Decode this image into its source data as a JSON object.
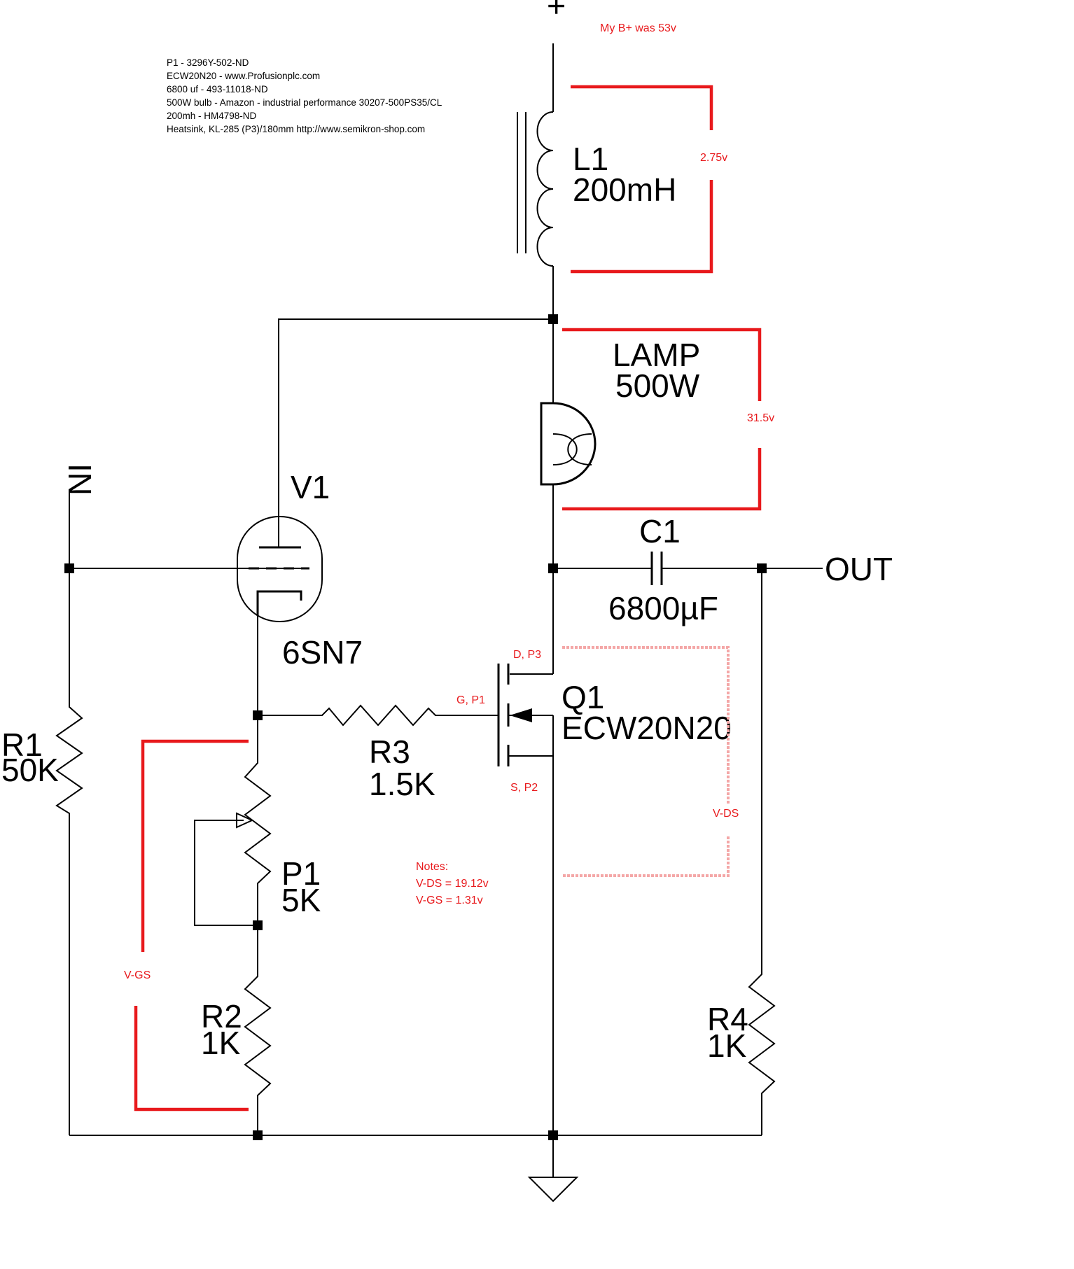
{
  "parts_list": [
    "P1 - 3296Y-502-ND",
    "ECW20N20 - www.Profusionplc.com",
    "6800 uf - 493-11018-ND",
    "500W bulb - Amazon - industrial performance 30207-500PS35/CL",
    "200mh - HM4798-ND",
    "Heatsink, KL-285 (P3)/180mm http://www.semikron-shop.com"
  ],
  "supply_label": "+V",
  "b_plus_note": "My B+ was 53v",
  "components": {
    "l1": {
      "ref": "L1",
      "value": "200mH"
    },
    "lamp": {
      "ref": "LAMP",
      "value": "500W"
    },
    "v1": {
      "ref": "V1",
      "value": "6SN7"
    },
    "c1": {
      "ref": "C1",
      "value": "6800µF"
    },
    "q1": {
      "ref": "Q1",
      "value": "ECW20N20"
    },
    "r1": {
      "ref": "R1",
      "value": "50K"
    },
    "r2": {
      "ref": "R2",
      "value": "1K"
    },
    "r3": {
      "ref": "R3",
      "value": "1.5K"
    },
    "r4": {
      "ref": "R4",
      "value": "1K"
    },
    "p1": {
      "ref": "P1",
      "value": "5K"
    }
  },
  "ports": {
    "input": "IN",
    "output": "OUT"
  },
  "pins": {
    "drain": "D, P3",
    "gate": "G, P1",
    "source": "S, P2"
  },
  "measurements": {
    "l1_voltage": "2.75v",
    "lamp_voltage": "31.5v",
    "vds_label": "V-DS",
    "vgs_label": "V-GS"
  },
  "notes": {
    "title": "Notes:",
    "lines": [
      "V-DS = 19.12v",
      "V-GS = 1.31v"
    ]
  },
  "colors": {
    "wire": "#000000",
    "measurement": "#e8191c",
    "vds_bracket": "#f4a7a7"
  }
}
